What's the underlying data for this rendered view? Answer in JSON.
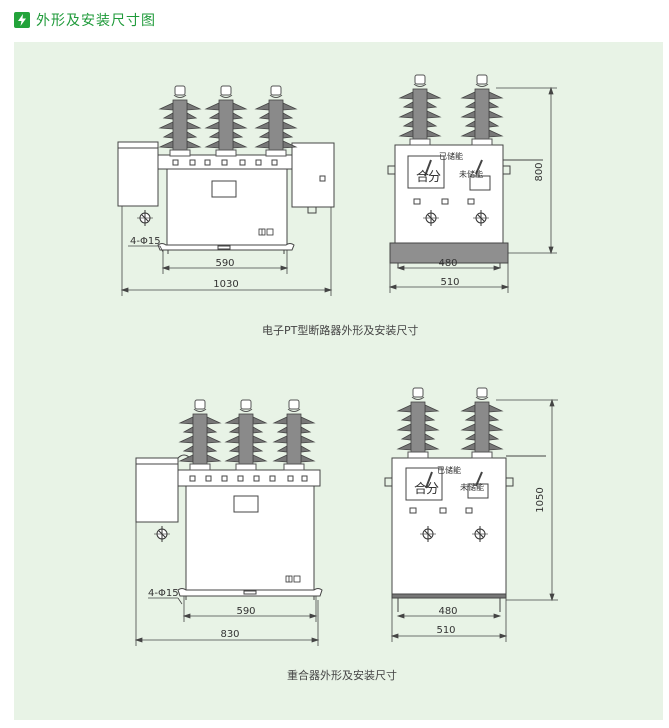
{
  "header": {
    "title": "外形及安装尺寸图",
    "icon": "lightning-icon",
    "accent_color": "#22a33a"
  },
  "panel_color": "#e8f3e6",
  "diagram1": {
    "caption": "电子PT型断路器外形及安装尺寸",
    "front": {
      "hole_label": "4-Φ15",
      "dim_590": "590",
      "dim_1030": "1030"
    },
    "side": {
      "dim_800": "800",
      "dim_480": "480",
      "dim_510": "510",
      "label_charged": "已储能",
      "label_uncharged": "未储能",
      "label_close": "合",
      "label_open": "分"
    }
  },
  "diagram2": {
    "caption": "重合器外形及安装尺寸",
    "front": {
      "hole_label": "4-Φ15",
      "dim_590": "590",
      "dim_830": "830"
    },
    "side": {
      "dim_1050": "1050",
      "dim_480": "480",
      "dim_510": "510",
      "label_charged": "已储能",
      "label_uncharged": "未储能",
      "label_close": "合",
      "label_open": "分"
    }
  }
}
